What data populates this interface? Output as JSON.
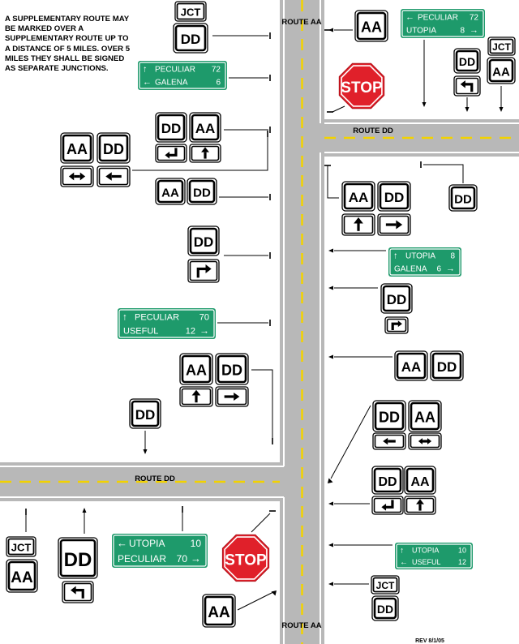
{
  "note": "A SUPPLEMENTARY ROUTE MAY BE MARKED OVER A SUPPLEMENTARY ROUTE UP TO A DISTANCE OF 5 MILES. OVER 5 MILES THEY SHALL BE SIGNED AS SEPARATE JUNCTIONS.",
  "roads": {
    "route_aa_top": "ROUTE AA",
    "route_aa_bottom": "ROUTE AA",
    "route_dd_east": "ROUTE DD",
    "route_dd_west": "ROUTE DD"
  },
  "labels": {
    "jct": "JCT",
    "aa": "AA",
    "dd": "DD",
    "stop": "STOP"
  },
  "guide_signs": {
    "g1": [
      {
        "arrow": "up",
        "text": "PECULIAR",
        "miles": "72"
      },
      {
        "arrow": "left",
        "text": "GALENA",
        "miles": "6"
      }
    ],
    "g2": [
      {
        "arrow": "left",
        "text": "PECULIAR",
        "miles": "72"
      },
      {
        "arrow": "right",
        "text": "UTOPIA",
        "miles": "8"
      }
    ],
    "g3": [
      {
        "arrow": "up",
        "text": "UTOPIA",
        "miles": "8"
      },
      {
        "arrow": "right",
        "text": "GALENA",
        "miles": "6"
      }
    ],
    "g4": [
      {
        "arrow": "up",
        "text": "PECULIAR",
        "miles": "70"
      },
      {
        "arrow": "right",
        "text": "USEFUL",
        "miles": "12"
      }
    ],
    "g5": [
      {
        "arrow": "left",
        "text": "UTOPIA",
        "miles": "10"
      },
      {
        "arrow": "right",
        "text": "PECULIAR",
        "miles": "70"
      }
    ],
    "g6": [
      {
        "arrow": "up",
        "text": "UTOPIA",
        "miles": "10"
      },
      {
        "arrow": "left",
        "text": "USEFUL",
        "miles": "12"
      }
    ]
  },
  "revision": "REV 8/1/05",
  "colors": {
    "road": "#b8b8b8",
    "edge_line": "#ffffff",
    "center_line": "#f2d200",
    "guide_sign": "#1e9a6b",
    "stop_sign": "#e0202a"
  }
}
